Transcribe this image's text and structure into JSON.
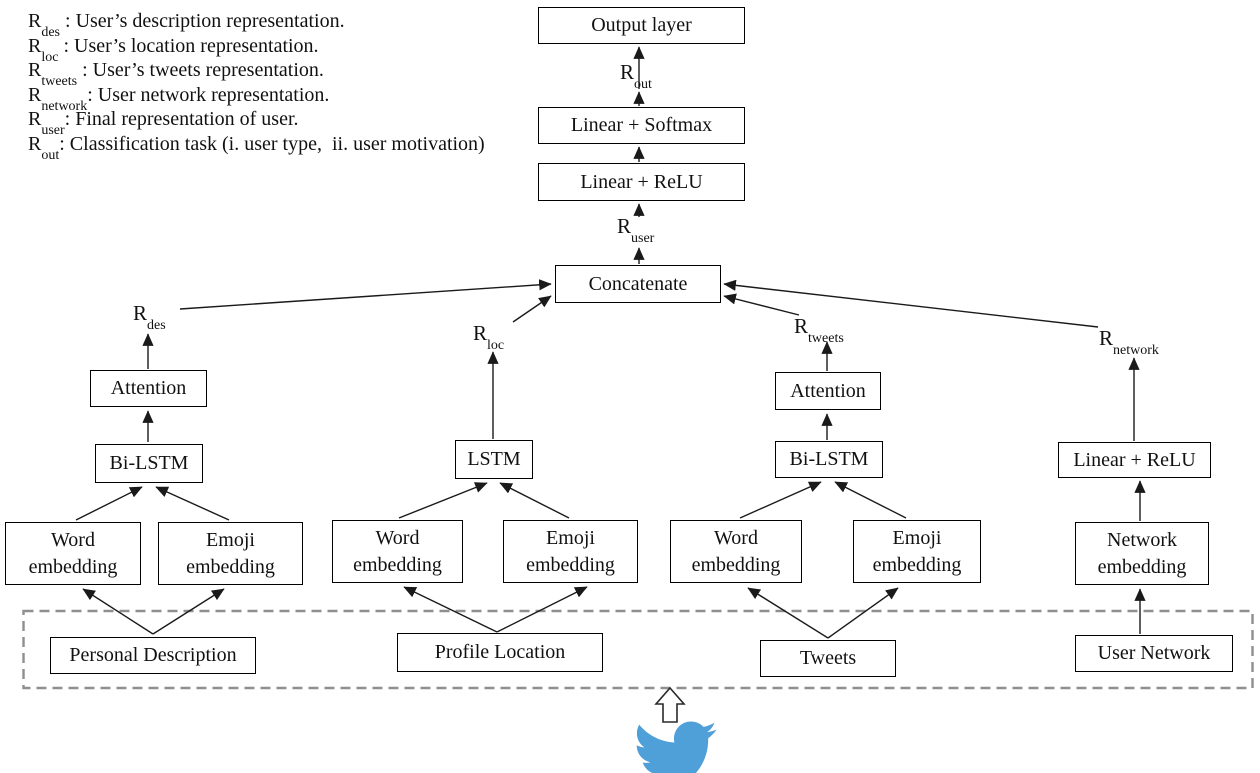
{
  "legend": {
    "items": [
      {
        "r": "R",
        "sub": "des",
        "text": " : User’s description representation."
      },
      {
        "r": "R",
        "sub": "loc",
        "text": " : User’s location representation."
      },
      {
        "r": "R",
        "sub": "tweets",
        "text": " : User’s tweets representation."
      },
      {
        "r": "R",
        "sub": "network",
        "text": ": User network representation."
      },
      {
        "r": "R",
        "sub": "user",
        "text": ": Final representation of user."
      },
      {
        "r": "R",
        "sub": "out",
        "text": ": Classification task (i. user type,  ii. user motivation)"
      }
    ]
  },
  "boxes": {
    "output_layer": "Output layer",
    "linear_softmax": "Linear + Softmax",
    "linear_relu": "Linear + ReLU",
    "concatenate": "Concatenate",
    "attention": "Attention",
    "bi_lstm": "Bi-LSTM",
    "lstm": "LSTM",
    "word_embedding": "Word\nembedding",
    "emoji_embedding": "Emoji\nembedding",
    "network_embedding": "Network\nembedding",
    "personal_description": "Personal Description",
    "profile_location": "Profile Location",
    "tweets": "Tweets",
    "user_network": "User Network"
  },
  "labels": {
    "r_out": {
      "r": "R",
      "sub": "out"
    },
    "r_user": {
      "r": "R",
      "sub": "user"
    },
    "r_des": {
      "r": "R",
      "sub": "des"
    },
    "r_loc": {
      "r": "R",
      "sub": "loc"
    },
    "r_tweets": {
      "r": "R",
      "sub": "tweets"
    },
    "r_network": {
      "r": "R",
      "sub": "network"
    }
  },
  "icons": {
    "twitter_bird": "twitter-bird",
    "input_arrow": "hollow-up-arrow"
  },
  "colors": {
    "bird_blue": "#4f9fd9",
    "dashed_border": "#8f8f8f",
    "line_black": "#1a1a1a"
  }
}
